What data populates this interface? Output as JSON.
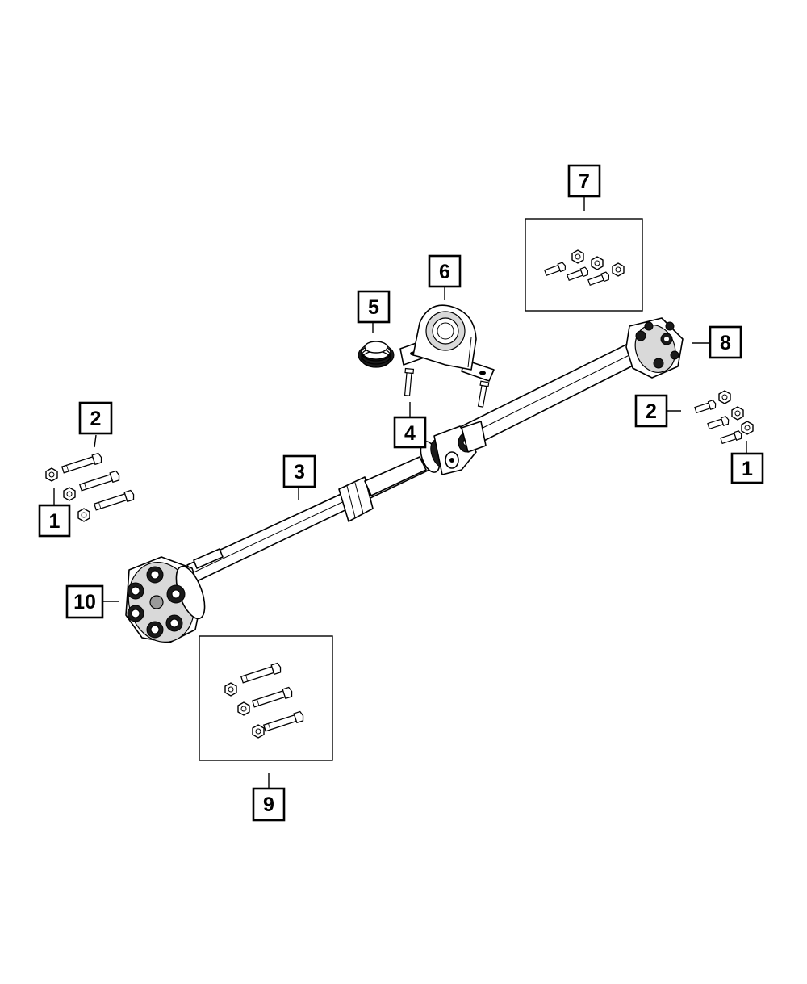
{
  "diagram": {
    "callouts": [
      {
        "id": "c1a",
        "label": "1"
      },
      {
        "id": "c1b",
        "label": "1"
      },
      {
        "id": "c2a",
        "label": "2"
      },
      {
        "id": "c2b",
        "label": "2"
      },
      {
        "id": "c3",
        "label": "3"
      },
      {
        "id": "c4",
        "label": "4"
      },
      {
        "id": "c5",
        "label": "5"
      },
      {
        "id": "c6",
        "label": "6"
      },
      {
        "id": "c7",
        "label": "7"
      },
      {
        "id": "c8",
        "label": "8"
      },
      {
        "id": "c9",
        "label": "9"
      },
      {
        "id": "c10",
        "label": "10"
      }
    ],
    "parts": {
      "nut": "hex-nut-icon",
      "bolt": "hex-bolt-icon",
      "shaft": "driveshaft-illustration",
      "bearing": "center-bearing-illustration",
      "bracket": "support-bracket-illustration",
      "coupler": "flex-coupler-illustration",
      "boot": "dust-boot-illustration"
    },
    "colors": {
      "line": "#000000",
      "background": "#ffffff",
      "shade": "#1a1a1a"
    }
  }
}
